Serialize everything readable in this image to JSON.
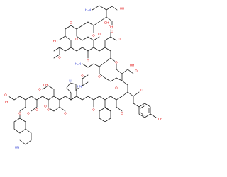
{
  "diagram": {
    "colors": {
      "carbon": "#1a1a1a",
      "oxygen": "#e00000",
      "nitrogen": "#2030d0",
      "background": "#ffffff"
    },
    "atom_labels": {
      "n_term": "H₂N",
      "oh_ser1": "OH",
      "o1": "O",
      "o2": "O",
      "oh_ser2": "OH",
      "o3": "O",
      "o4": "O",
      "oh_ser3": "HO",
      "o5": "O",
      "o6": "O",
      "o7": "O",
      "o_asp1": "O",
      "oh_asp1": "OH",
      "o8": "O",
      "h2n_lys": "H₂N",
      "o9": "O",
      "o_asp2": "O",
      "oh_asp2": "OH",
      "o10": "O",
      "o11": "O",
      "o12": "O",
      "o13": "O",
      "oh_tyr": "OH",
      "o14": "O",
      "his_n": "N",
      "his_nh": "HN",
      "o15": "O",
      "o16": "O",
      "o_asp3": "O",
      "oh_asp3": "OH",
      "o17": "O",
      "o18": "O",
      "o19": "O",
      "o20": "O",
      "trp_nh": "HN",
      "o_cterm": "O",
      "oh_cterm": "OH"
    }
  }
}
